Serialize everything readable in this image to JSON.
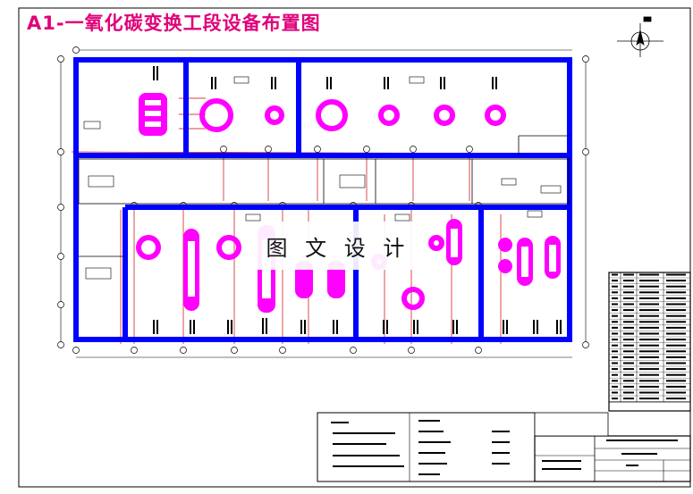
{
  "title": "A1-一氧化碳变换工段设备布置图",
  "watermark": "图 文 设 计",
  "colors": {
    "wall": "#0000ff",
    "equipment": "#ff00ff",
    "frame": "#000000",
    "grid_line": "#cc0000",
    "title_text": "#e0007a"
  },
  "compass": "north-arrow",
  "icons": [
    "north-arrow-icon"
  ]
}
